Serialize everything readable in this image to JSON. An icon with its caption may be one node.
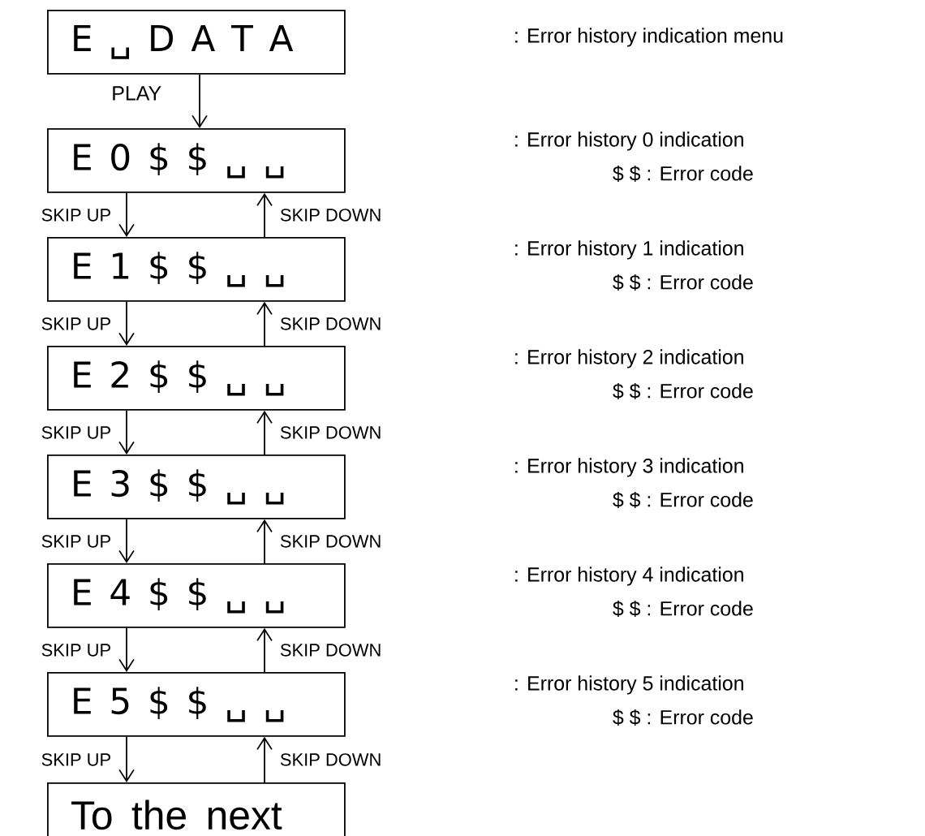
{
  "diagram": {
    "nodes": [
      {
        "text": [
          "E ␣ D A T A"
        ]
      },
      {
        "text": [
          "E 0 $ $ ␣ ␣"
        ]
      },
      {
        "text": [
          "E 1 $ $ ␣ ␣"
        ]
      },
      {
        "text": [
          "E 2 $ $ ␣ ␣"
        ]
      },
      {
        "text": [
          "E 3 $ $ ␣ ␣"
        ]
      },
      {
        "text": [
          "E 4 $ $ ␣ ␣"
        ]
      },
      {
        "text": [
          "E 5 $ $ ␣ ␣"
        ]
      },
      {
        "text": [
          "To the next"
        ]
      }
    ],
    "edges": [
      {
        "from": 0,
        "to": 1,
        "arrow": "to",
        "label": "PLAY"
      },
      {
        "from": 1,
        "to": 2,
        "arrow": "to",
        "label": "SKIP UP"
      },
      {
        "from": 2,
        "to": 1,
        "arrow": "to",
        "label": "SKIP DOWN"
      },
      {
        "from": 2,
        "to": 3,
        "arrow": "to",
        "label": "SKIP UP"
      },
      {
        "from": 3,
        "to": 2,
        "arrow": "to",
        "label": "SKIP DOWN"
      },
      {
        "from": 3,
        "to": 4,
        "arrow": "to",
        "label": "SKIP UP"
      },
      {
        "from": 4,
        "to": 3,
        "arrow": "to",
        "label": "SKIP DOWN"
      },
      {
        "from": 4,
        "to": 5,
        "arrow": "to",
        "label": "SKIP UP"
      },
      {
        "from": 5,
        "to": 4,
        "arrow": "to",
        "label": "SKIP DOWN"
      },
      {
        "from": 5,
        "to": 6,
        "arrow": "to",
        "label": "SKIP UP"
      },
      {
        "from": 6,
        "to": 5,
        "arrow": "to",
        "label": "SKIP DOWN"
      },
      {
        "from": 6,
        "to": 7,
        "arrow": "to",
        "label": "SKIP UP"
      },
      {
        "from": 7,
        "to": 6,
        "arrow": "to",
        "label": "SKIP DOWN"
      }
    ],
    "labels": [
      ": Error history indication menu",
      ": Error history 0 indication",
      "$ $ : Error code",
      ": Error history 1 indication",
      "$ $ : Error code",
      ": Error history 2 indication",
      "$ $ : Error code",
      ": Error history 3 indication",
      "$ $ : Error code",
      ": Error history 4 indication",
      "$ $ : Error code",
      ": Error history 5 indication",
      "$ $ : Error code"
    ]
  }
}
